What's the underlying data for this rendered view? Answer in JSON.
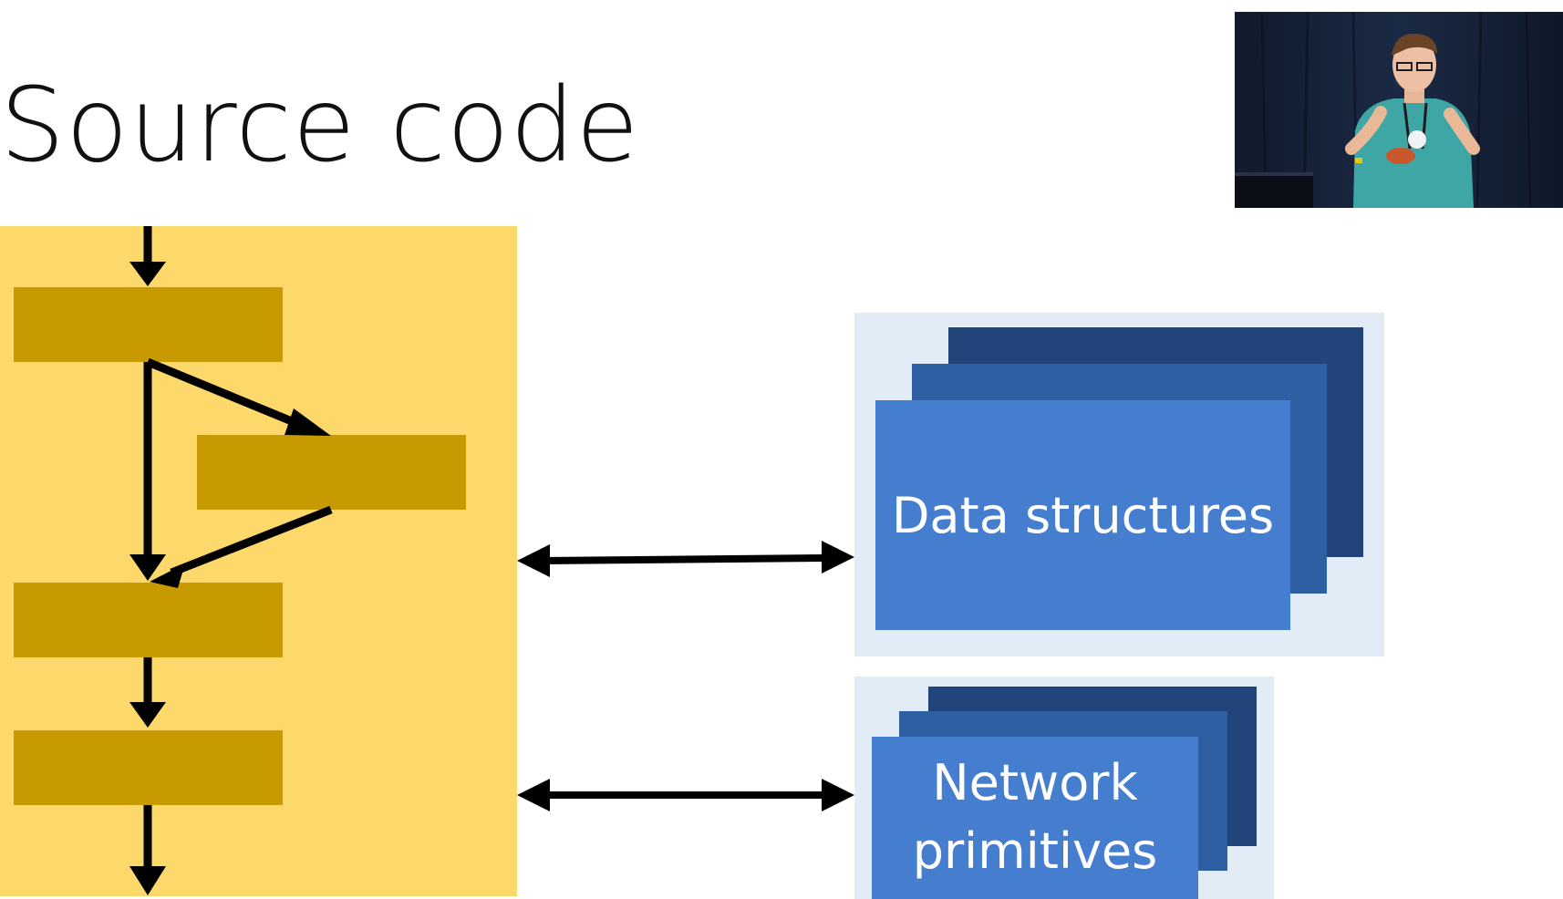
{
  "slide": {
    "title": "Source code"
  },
  "diagram": {
    "data_structures_label": "Data structures",
    "network_primitives_label": "Network\nprimitives"
  },
  "colors": {
    "code_panel": "#fcd96a",
    "code_block": "#c69a00",
    "light_panel": "#e2ecf7",
    "card_front": "#467ecf",
    "card_mid": "#2e5fa3",
    "card_back": "#21447a",
    "arrow": "#000000"
  },
  "video_inset": {
    "content": "speaker-camera"
  }
}
